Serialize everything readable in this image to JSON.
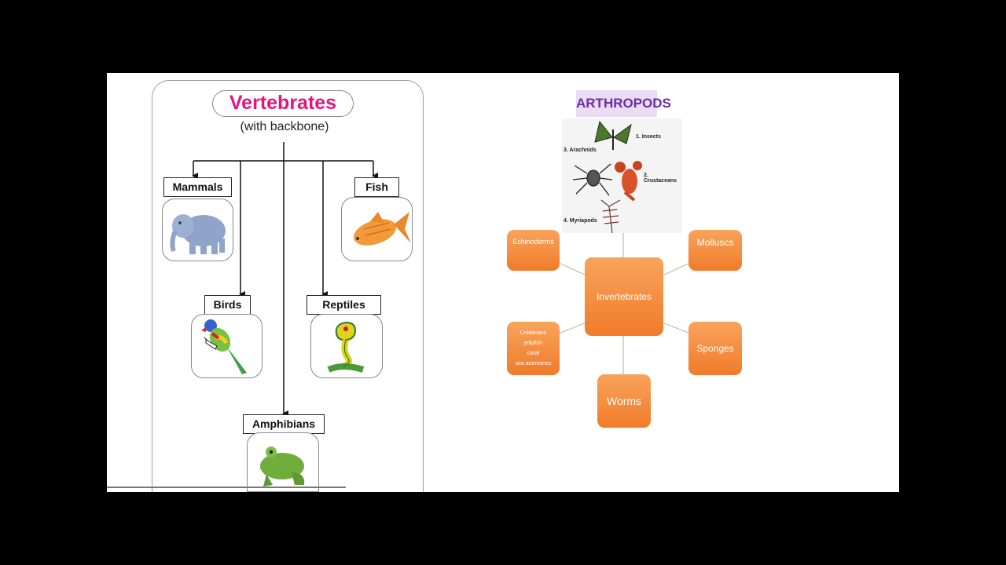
{
  "vertebrates": {
    "title": "Vertebrates",
    "subtitle": "(with backbone)",
    "groups": {
      "mammals": "Mammals",
      "fish": "Fish",
      "birds": "Birds",
      "reptiles": "Reptiles",
      "amphibians": "Amphibians"
    }
  },
  "arthropods": {
    "title": "ARTHROPODS",
    "captions": [
      "1. Insects",
      "3. Arachnids",
      "2. Crustaceans",
      "4. Myriapods"
    ]
  },
  "invertebrates": {
    "center": "Invertebrates",
    "echinoderms": "Echinoderms",
    "molluscs": "Molluscs",
    "cnidarians": [
      "Cnidarians",
      "jellyfish",
      "coral",
      "sea anemones"
    ],
    "sponges": "Sponges",
    "worms": "Worms"
  },
  "colors": {
    "vertebrates_title": "#e0157f",
    "arthropods_title": "#6a2fa3",
    "node_orange": "#f4893a"
  }
}
